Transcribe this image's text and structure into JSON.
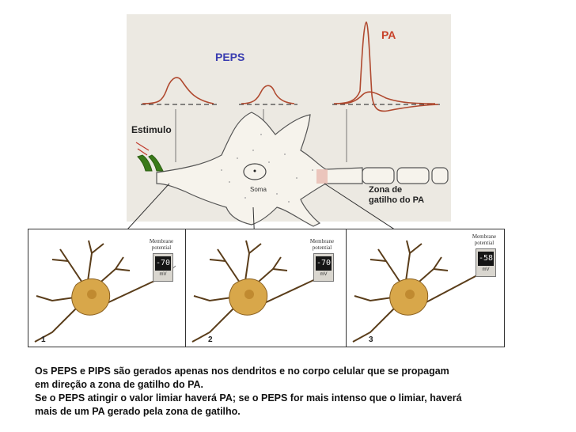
{
  "diagram": {
    "labels": {
      "pa": "PA",
      "peps": "PEPS",
      "estimulo": "Estimulo",
      "soma": "Soma",
      "zona_line1": "Zona de",
      "zona_line2": "gatilho do PA"
    },
    "colors": {
      "trace": "#b04a30",
      "pa_label": "#c8422a",
      "peps_label": "#3a3db0",
      "stimulus": "#3a7a1a",
      "neuron_fill": "#f6f3ec",
      "panel_neuron": "#d8a74a"
    },
    "panels": [
      {
        "number": "1",
        "meter_caption_1": "Membrane",
        "meter_caption_2": "potential",
        "reading": "-70",
        "unit": "mV"
      },
      {
        "number": "2",
        "meter_caption_1": "Membrane",
        "meter_caption_2": "potential",
        "reading": "-70",
        "unit": "mV"
      },
      {
        "number": "3",
        "meter_caption_1": "Membrane",
        "meter_caption_2": "potential",
        "reading": "-58",
        "unit": "mV"
      }
    ]
  },
  "caption": {
    "line1": "Os PEPS e PIPS são gerados apenas nos dendritos e no corpo celular que se propagam",
    "line2": "em direção a zona de gatilho do PA.",
    "line3": "Se o PEPS atingir o valor limiar haverá PA; se o PEPS for mais intenso que o limiar, haverá",
    "line4": "mais de um PA gerado pela zona de gatilho."
  }
}
